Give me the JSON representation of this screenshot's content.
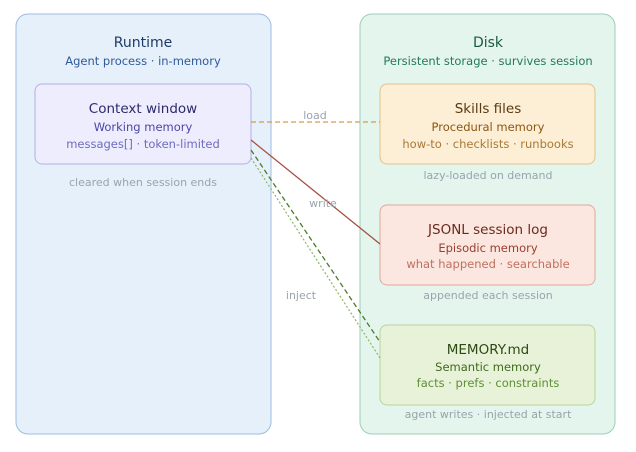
{
  "colors": {
    "runtime_fill": "#e6f0fb",
    "runtime_stroke": "#9dbbe0",
    "disk_fill": "#e4f5ee",
    "disk_stroke": "#9ccfb6",
    "context_fill": "#eeedfd",
    "context_stroke": "#b3b0e6",
    "skills_fill": "#fdeed6",
    "skills_stroke": "#e2c18c",
    "jsonl_fill": "#fbe7e0",
    "jsonl_stroke": "#e0a898",
    "memory_fill": "#e8f2d9",
    "memory_stroke": "#b8d39a",
    "load_line": "#d69a4a",
    "write_line": "#a5503f",
    "inject_line1": "#4b7a2c",
    "inject_line2": "#8ab764"
  },
  "runtime": {
    "title": "Runtime",
    "subtitle": "Agent process · in-memory",
    "context": {
      "title": "Context window",
      "subtitle": "Working memory",
      "detail": "messages[] · token-limited"
    },
    "footnote": "cleared when session ends"
  },
  "disk": {
    "title": "Disk",
    "subtitle": "Persistent storage · survives session",
    "skills": {
      "title": "Skills files",
      "subtitle": "Procedural memory",
      "detail": "how-to · checklists · runbooks",
      "footnote": "lazy-loaded on demand"
    },
    "jsonl": {
      "title": "JSONL session log",
      "subtitle": "Episodic memory",
      "detail": "what happened · searchable",
      "footnote": "appended each session"
    },
    "memory": {
      "title": "MEMORY.md",
      "subtitle": "Semantic memory",
      "detail": "facts · prefs · constraints",
      "footnote": "agent writes · injected at start"
    }
  },
  "edges": {
    "load": "load",
    "write": "write",
    "inject": "inject"
  }
}
